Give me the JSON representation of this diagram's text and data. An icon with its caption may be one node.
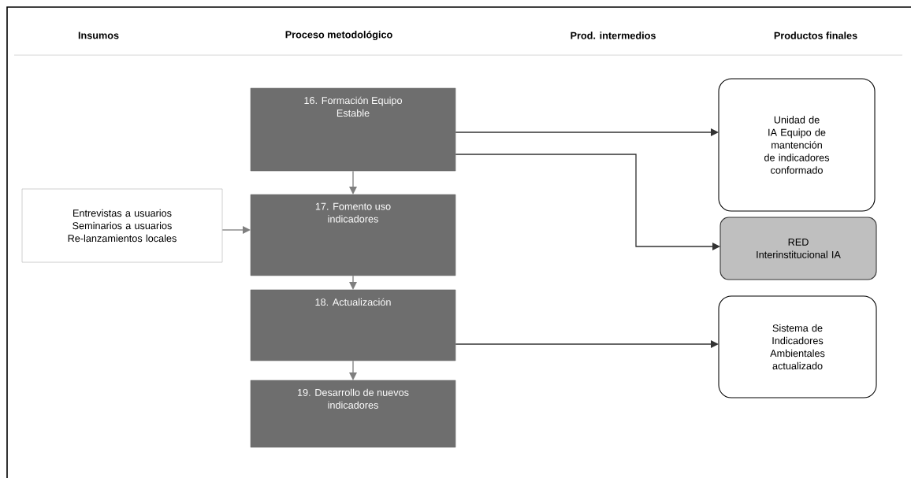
{
  "diagram": {
    "nodes": [
      {
        "text": [
          "16. Formación Equipo Estable"
        ]
      },
      {
        "text": [
          "Entrevistas a usuarios",
          "Seminarios a usuarios",
          "Re-lanzamientos locales"
        ]
      },
      {
        "text": [
          "17. Fomento uso indicadores"
        ]
      },
      {
        "text": [
          "18. Actualización"
        ]
      },
      {
        "text": [
          "19. Desarrollo de nuevos indicadores"
        ]
      },
      {
        "text": [
          "Unidad de IA Equipo de mantención de indicadores conformado"
        ]
      },
      {
        "text": [
          "RED Interinstitucional IA"
        ]
      },
      {
        "text": [
          "Sistema de Indicadores Ambientales actualizado"
        ]
      }
    ],
    "edges": [
      {
        "from": 0,
        "to": 2,
        "arrow": "to",
        "color": "#7f7f7f"
      },
      {
        "from": 1,
        "to": 2,
        "arrow": "to",
        "color": "#7f7f7f"
      },
      {
        "from": 2,
        "to": 3,
        "arrow": "to",
        "color": "#7f7f7f"
      },
      {
        "from": 3,
        "to": 4,
        "arrow": "to",
        "color": "#7f7f7f"
      },
      {
        "from": 0,
        "to": 5,
        "arrow": "to"
      },
      {
        "from": 0,
        "to": 6,
        "arrow": "to"
      },
      {
        "from": 3,
        "to": 7,
        "arrow": "to"
      }
    ],
    "labels": [
      "Insumos",
      "Proceso metodológico",
      "Prod. intermedios",
      "Productos finales"
    ]
  }
}
